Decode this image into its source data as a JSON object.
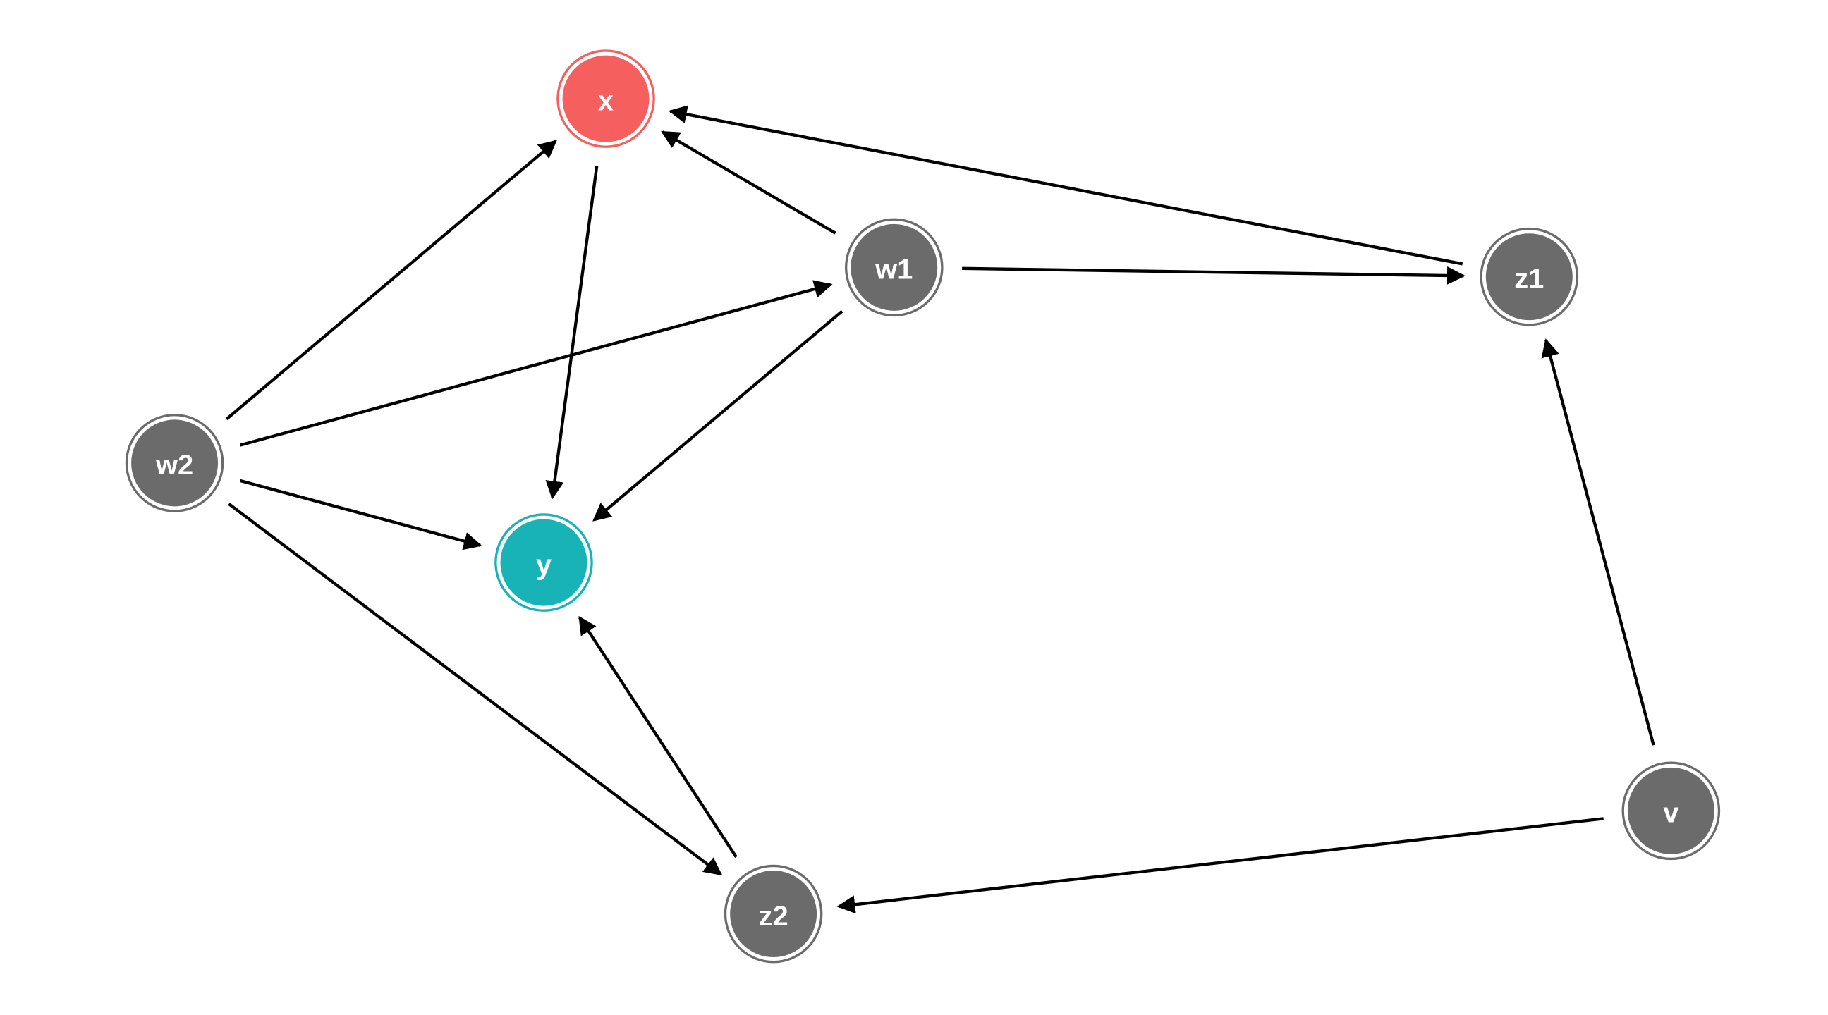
{
  "graph": {
    "nodes": [
      {
        "id": "x",
        "label": "x",
        "color": "#F5605E",
        "role": "exposure"
      },
      {
        "id": "y",
        "label": "y",
        "color": "#18B3B7",
        "role": "outcome"
      },
      {
        "id": "w1",
        "label": "w1",
        "color": "#6B6B6B"
      },
      {
        "id": "w2",
        "label": "w2",
        "color": "#6B6B6B"
      },
      {
        "id": "z1",
        "label": "z1",
        "color": "#6B6B6B"
      },
      {
        "id": "z2",
        "label": "z2",
        "color": "#6B6B6B"
      },
      {
        "id": "v",
        "label": "v",
        "color": "#6B6B6B"
      }
    ],
    "edges": [
      {
        "from": "w2",
        "to": "x"
      },
      {
        "from": "w2",
        "to": "w1"
      },
      {
        "from": "w2",
        "to": "y"
      },
      {
        "from": "w2",
        "to": "z2"
      },
      {
        "from": "x",
        "to": "y"
      },
      {
        "from": "w1",
        "to": "x"
      },
      {
        "from": "w1",
        "to": "z1"
      },
      {
        "from": "w1",
        "to": "y"
      },
      {
        "from": "z1",
        "to": "x"
      },
      {
        "from": "v",
        "to": "z1"
      },
      {
        "from": "v",
        "to": "z2"
      },
      {
        "from": "z2",
        "to": "y"
      }
    ]
  }
}
